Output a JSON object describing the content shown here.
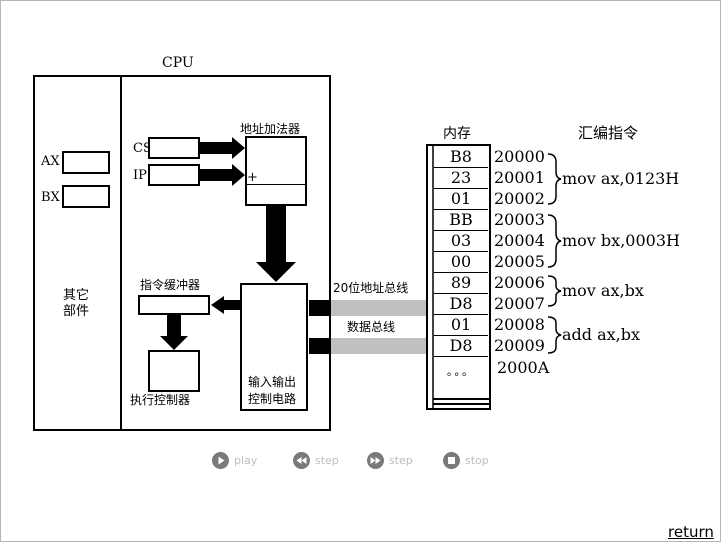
{
  "cpu": {
    "title": "CPU"
  },
  "registers": {
    "ax": "AX",
    "bx": "BX",
    "cs": "CS",
    "ip": "IP"
  },
  "other_parts": {
    "line1": "其它",
    "line2": "部件"
  },
  "adder": {
    "label": "地址加法器",
    "plus": "+"
  },
  "io_circuit": {
    "line1": "输入输出",
    "line2": "控制电路"
  },
  "instr_buffer": {
    "label": "指令缓冲器"
  },
  "exec_ctrl": {
    "label": "执行控制器"
  },
  "buses": {
    "address": "20位地址总线",
    "data": "数据总线"
  },
  "memory": {
    "title": "内存",
    "cells": [
      "B8",
      "23",
      "01",
      "BB",
      "03",
      "00",
      "89",
      "D8",
      "01",
      "D8"
    ],
    "ellipsis": "。。。",
    "addresses": [
      "20000",
      "20001",
      "20002",
      "20003",
      "20004",
      "20005",
      "20006",
      "20007",
      "20008",
      "20009",
      "2000A"
    ]
  },
  "asm": {
    "title": "汇编指令",
    "lines": [
      "mov ax,0123H",
      "mov bx,0003H",
      "mov ax,bx",
      "add ax,bx"
    ]
  },
  "controls": {
    "play": "play",
    "step_back": "step",
    "step_forward": "step",
    "stop": "stop"
  },
  "return_link": "return",
  "colors": {
    "bus_fill": "#c0c0c0",
    "control_icon": "#7a7a7a",
    "control_text": "#bdbdbd"
  }
}
